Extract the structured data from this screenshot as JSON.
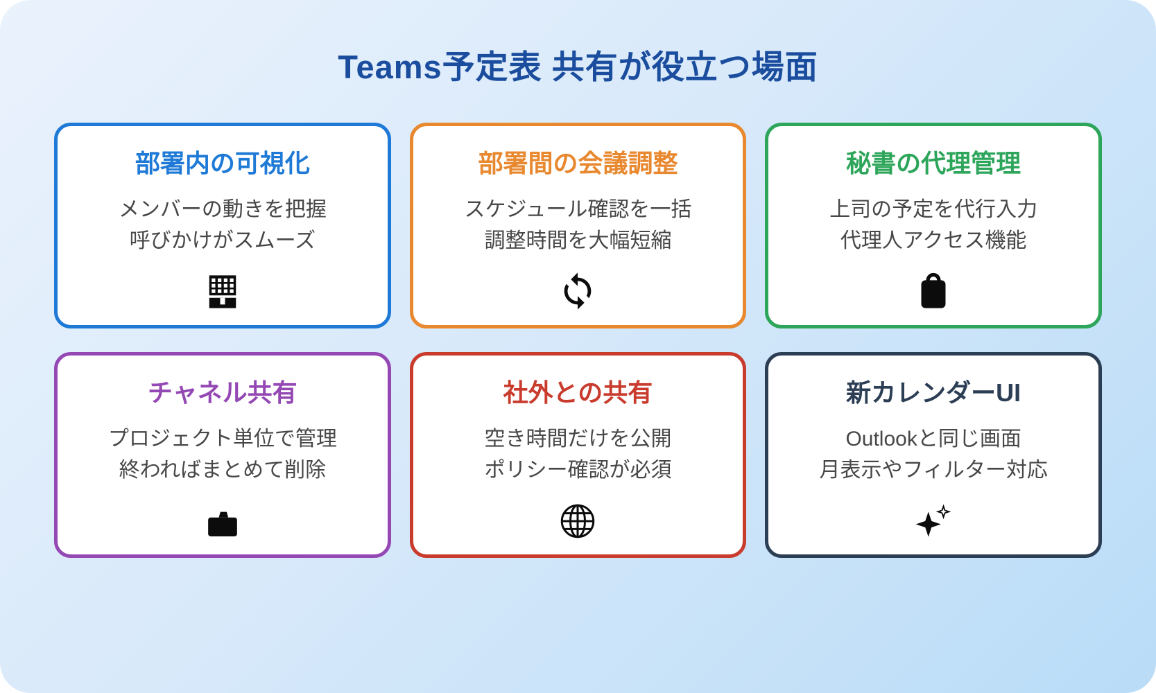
{
  "page": {
    "title": "Teams予定表 共有が役立つ場面",
    "title_color": "#1b4d9e",
    "background_top_left": "#eaf2fc",
    "background_bottom_right": "#b9dcf7",
    "card_background": "#ffffff",
    "body_text_color": "#474747",
    "icon_color": "#0c0c0c"
  },
  "cards": [
    {
      "id": "dept-visibility",
      "title": "部署内の可視化",
      "lines": [
        "メンバーの動きを把握",
        "呼びかけがスムーズ"
      ],
      "icon": "building-icon",
      "accent": "#1e7ad6"
    },
    {
      "id": "cross-dept-meeting",
      "title": "部署間の会議調整",
      "lines": [
        "スケジュール確認を一括",
        "調整時間を大幅短縮"
      ],
      "icon": "sync-icon",
      "accent": "#e8882f"
    },
    {
      "id": "secretary-delegate",
      "title": "秘書の代理管理",
      "lines": [
        "上司の予定を代行入力",
        "代理人アクセス機能"
      ],
      "icon": "clipboard-icon",
      "accent": "#2da55a"
    },
    {
      "id": "channel-sharing",
      "title": "チャネル共有",
      "lines": [
        "プロジェクト単位で管理",
        "終わればまとめて削除"
      ],
      "icon": "briefcase-icon",
      "accent": "#9448b4"
    },
    {
      "id": "external-sharing",
      "title": "社外との共有",
      "lines": [
        "空き時間だけを公開",
        "ポリシー確認が必須"
      ],
      "icon": "globe-icon",
      "accent": "#c83b2d"
    },
    {
      "id": "new-calendar-ui",
      "title": "新カレンダーUI",
      "lines": [
        "Outlookと同じ画面",
        "月表示やフィルター対応"
      ],
      "icon": "sparkles-icon",
      "accent": "#2c3e54"
    }
  ]
}
